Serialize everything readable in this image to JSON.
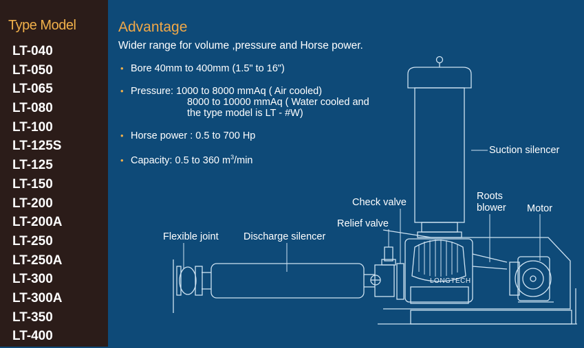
{
  "sidebar": {
    "title": "Type Model",
    "models": [
      "LT-040",
      "LT-050",
      "LT-065",
      "LT-080",
      "LT-100",
      "LT-125S",
      "LT-125",
      "LT-150",
      "LT-200",
      "LT-200A",
      "LT-250",
      "LT-250A",
      "LT-300",
      "LT-300A",
      "LT-350",
      "LT-400"
    ]
  },
  "advantage": {
    "title": "Advantage",
    "subtitle": "Wider range for volume ,pressure and Horse power.",
    "bore": "Bore 40mm to 400mm (1.5\" to 16\")",
    "pressure_1": "Pressure: 1000 to 8000 mmAq ( Air cooled)",
    "pressure_2": "8000 to 10000 mmAq ( Water cooled and",
    "pressure_3": "the type model is LT - #W)",
    "horse_power": "Horse power : 0.5 to 700 Hp",
    "capacity_prefix": "Capacity: 0.5 to 360 m",
    "capacity_sup": "3",
    "capacity_suffix": "/min"
  },
  "diagram": {
    "suction_silencer": "Suction silencer",
    "check_valve": "Check valve",
    "relief_valve": "Relief valve",
    "roots": "Roots",
    "blower": "blower",
    "motor": "Motor",
    "flexible_joint": "Flexible joint",
    "discharge_silencer": "Discharge silencer",
    "brand": "LONGTECH"
  },
  "colors": {
    "background": "#0e4a78",
    "sidebar": "#2b1c19",
    "accent": "#f0b04a",
    "line_art": "#cfe3f2"
  }
}
